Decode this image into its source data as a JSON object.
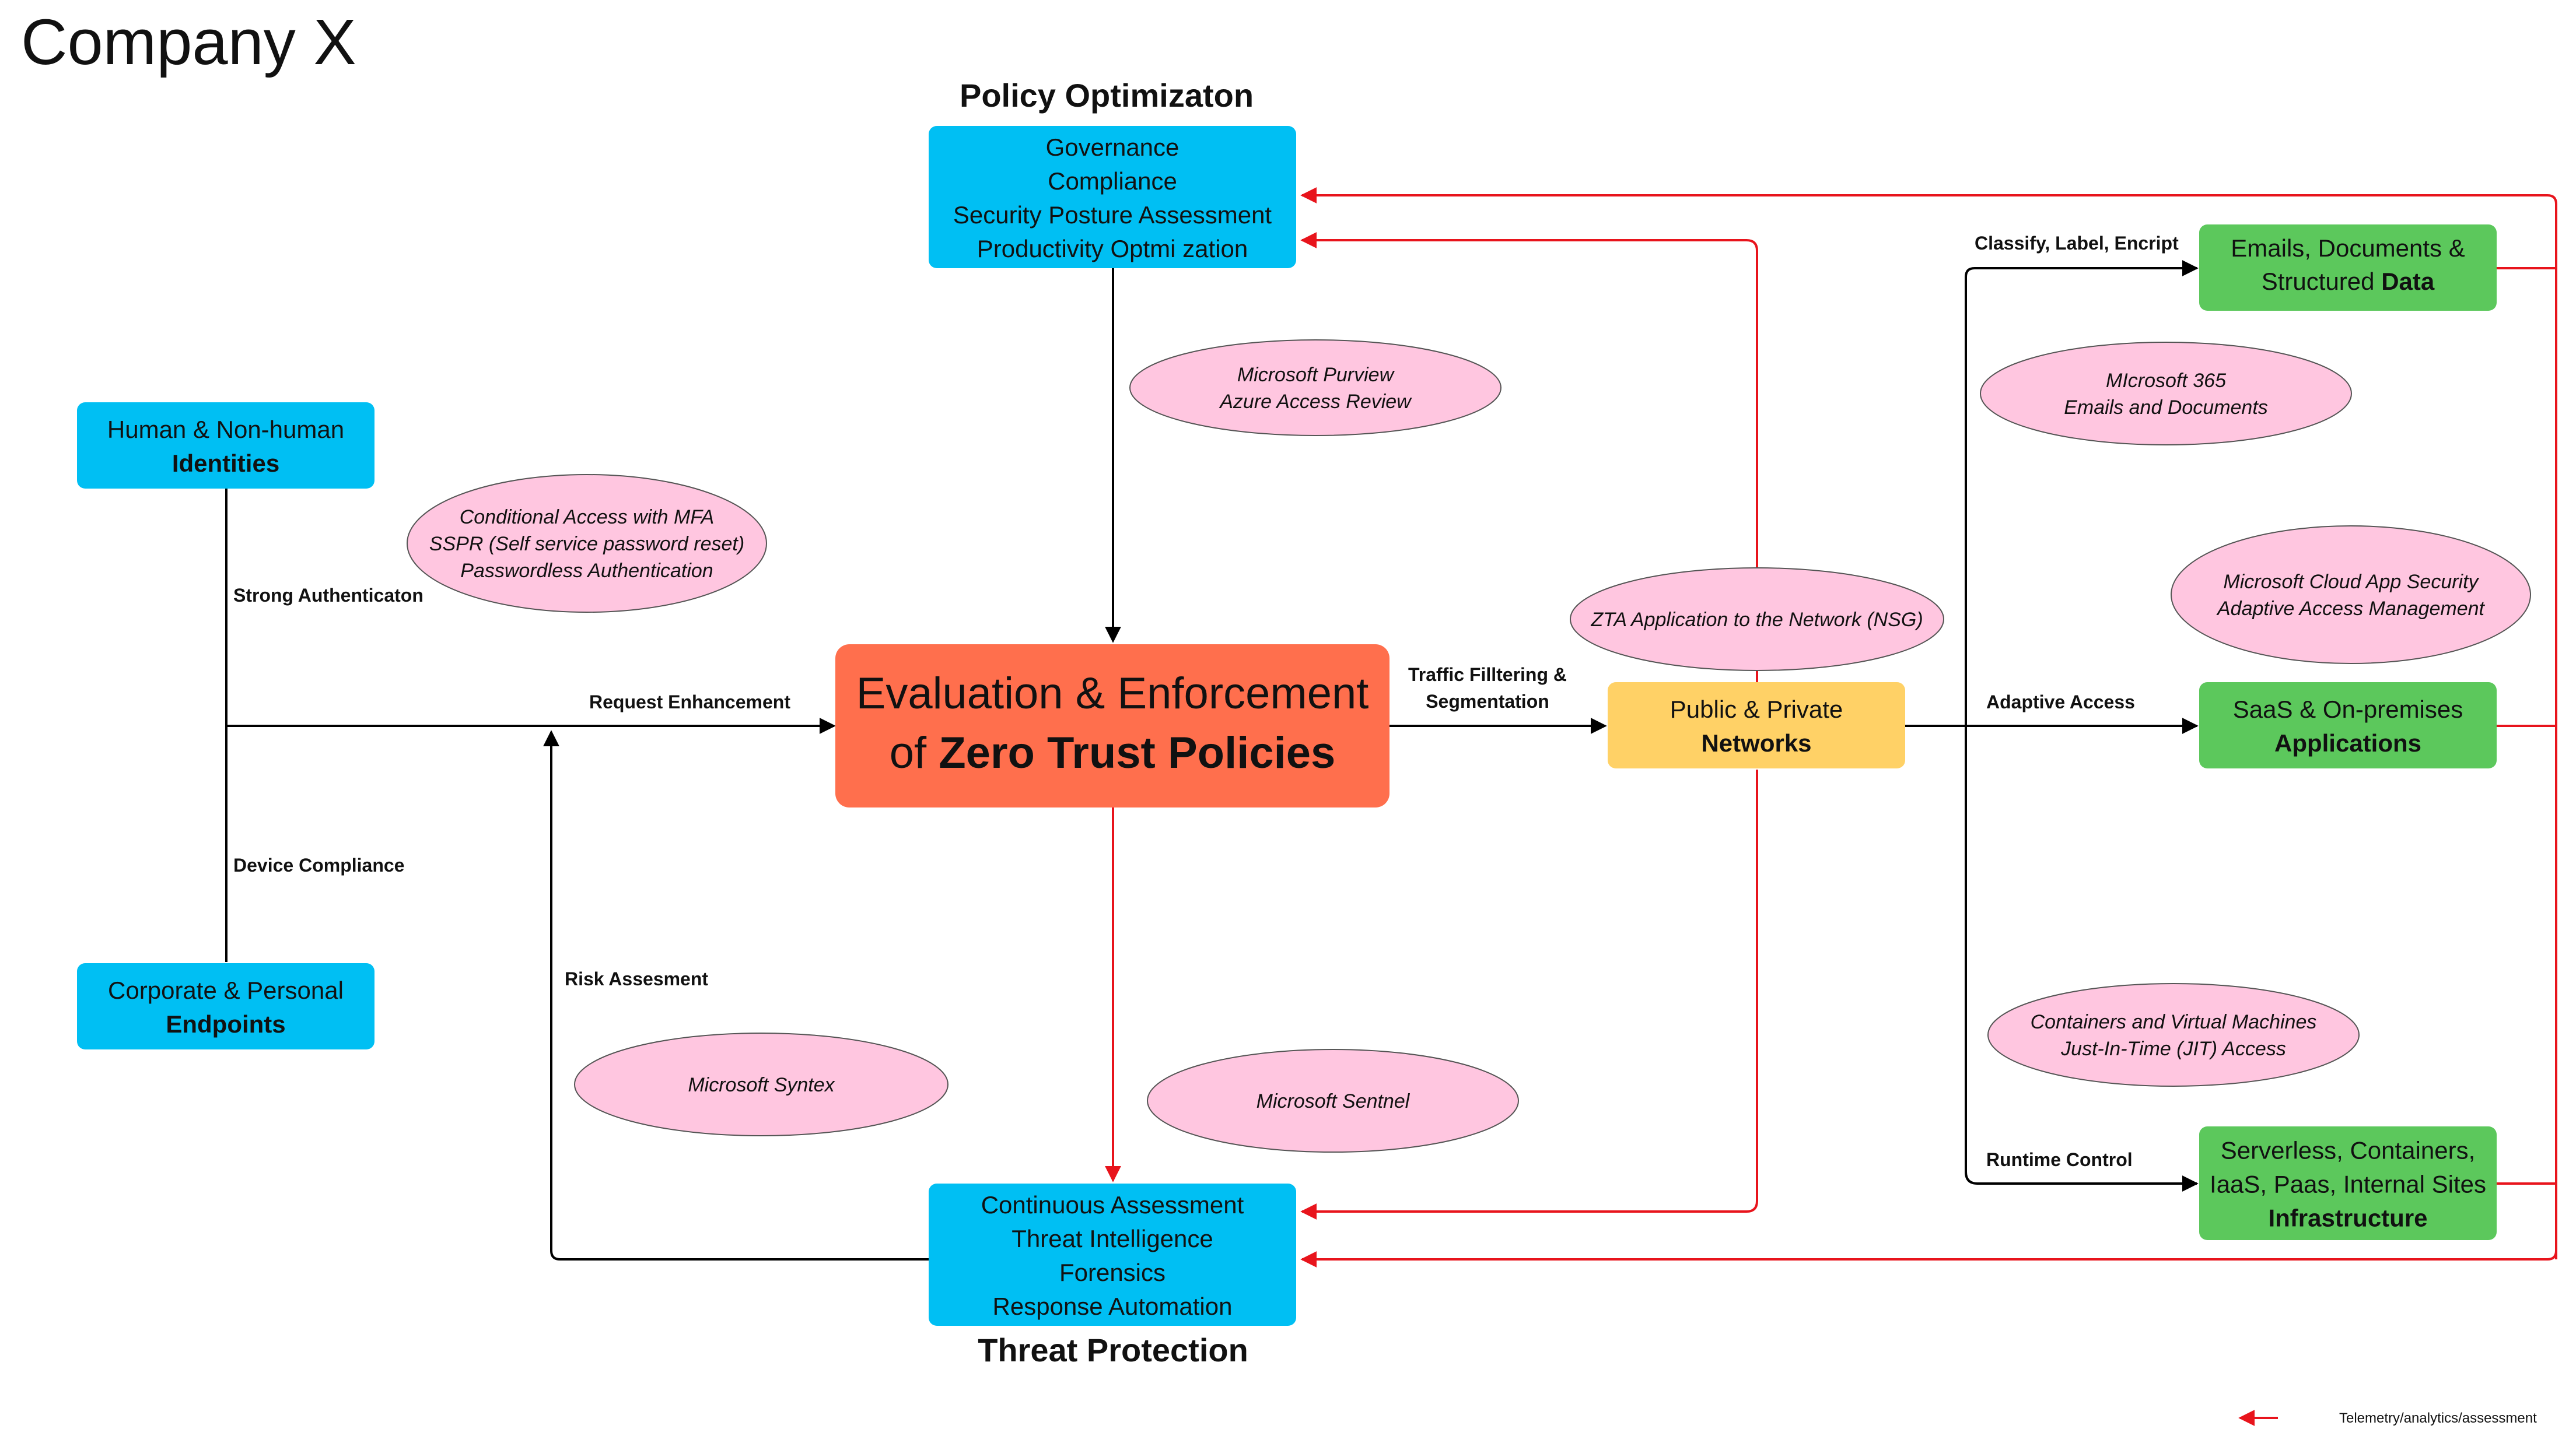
{
  "title": "Company X",
  "sections": {
    "policy_optimization": "Policy Optimizaton",
    "threat_protection": "Threat Protection"
  },
  "nodes": {
    "governance": {
      "lines": [
        {
          "text": "Governance",
          "bold": false
        },
        {
          "text": "Compliance",
          "bold": false
        },
        {
          "text": "Security Posture Assessment",
          "bold": false
        },
        {
          "text": "Productivity Optmi zation",
          "bold": false
        }
      ],
      "color": "#00bff3"
    },
    "identities": {
      "lines": [
        {
          "text": "Human & Non-human",
          "bold": false
        },
        {
          "text": "Identities",
          "bold": true
        }
      ],
      "color": "#00bff3"
    },
    "endpoints": {
      "lines": [
        {
          "text": "Corporate & Personal",
          "bold": false
        },
        {
          "text": "Endpoints",
          "bold": true
        }
      ],
      "color": "#00bff3"
    },
    "core": {
      "line1": "Evaluation & Enforcement",
      "line2_prefix": "of ",
      "line2_bold": "Zero Trust Policies",
      "color": "#ff6f4d"
    },
    "threat": {
      "lines": [
        {
          "text": "Continuous Assessment",
          "bold": false
        },
        {
          "text": "Threat Intelligence",
          "bold": false
        },
        {
          "text": "Forensics",
          "bold": false
        },
        {
          "text": "Response Automation",
          "bold": false
        }
      ],
      "color": "#00bff3"
    },
    "networks": {
      "lines": [
        {
          "text": "Public & Private",
          "bold": false
        },
        {
          "text": "Networks",
          "bold": true
        }
      ],
      "color": "#ffd166"
    },
    "data": {
      "line1": "Emails, Documents &",
      "line2_prefix": "Structured ",
      "line2_bold": "Data",
      "color": "#5cc85c"
    },
    "applications": {
      "lines": [
        {
          "text": "SaaS & On-premises",
          "bold": false
        },
        {
          "text": "Applications",
          "bold": true
        }
      ],
      "color": "#5cc85c"
    },
    "infrastructure": {
      "lines": [
        {
          "text": "Serverless, Containers,",
          "bold": false
        },
        {
          "text": "IaaS, Paas, Internal Sites",
          "bold": false
        },
        {
          "text": "Infrastructure",
          "bold": true
        }
      ],
      "color": "#5cc85c"
    }
  },
  "ellipses": {
    "purview": [
      "Microsoft Purview",
      "Azure Access Review"
    ],
    "mfa": [
      "Conditional Access with MFA",
      "SSPR (Self service password reset)",
      "Passwordless Authentication"
    ],
    "m365": [
      "MIcrosoft 365",
      "Emails and Documents"
    ],
    "cloud_app": [
      "Microsoft Cloud App Security",
      "Adaptive Access Management"
    ],
    "zta": [
      "ZTA Application to the Network (NSG)"
    ],
    "syntex": [
      "Microsoft Syntex"
    ],
    "sentinel": [
      "Microsoft Sentnel"
    ],
    "containers": [
      "Containers and Virtual Machines",
      "Just-In-Time (JIT) Access"
    ]
  },
  "ellipse_color": "#ffc6e0",
  "edge_labels": {
    "strong_auth": "Strong Authenticaton",
    "request_enh": "Request Enhancement",
    "device_compliance": "Device Compliance",
    "risk_assesment": "Risk Assesment",
    "traffic_1": "Traffic Filltering &",
    "traffic_2": "Segmentation",
    "classify": "Classify, Label, Encript",
    "adaptive": "Adaptive Access",
    "runtime": "Runtime Control"
  },
  "legend": {
    "label": "Telemetry/analytics/assessment",
    "color": "#e8141c"
  }
}
